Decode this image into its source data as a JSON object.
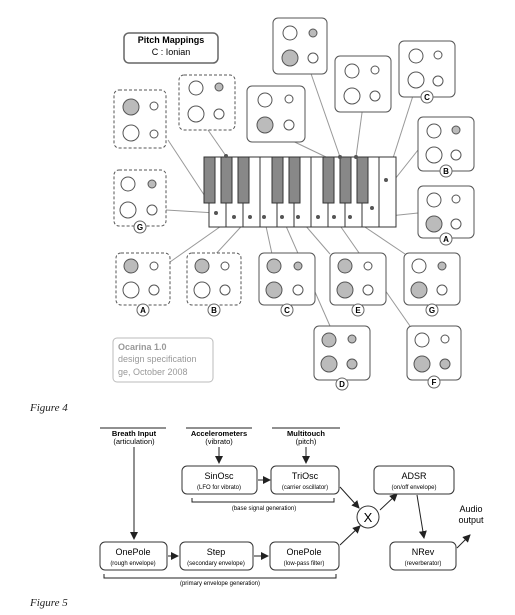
{
  "figure4": {
    "caption": "Figure 4",
    "title_box": {
      "title": "Pitch Mappings",
      "subtitle": "C : Ionian"
    },
    "credit": {
      "line1": "Ocarina 1.0",
      "line2": "design specification",
      "line3": "ge, October 2008"
    },
    "note_labels": {
      "g_left": "G",
      "a_left": "A",
      "b_left": "B",
      "c_bottom": "C",
      "d_bottom": "D",
      "e_bottom": "E",
      "f_bottom": "F",
      "g_right": "G",
      "c_top": "C",
      "b_right": "B",
      "a_right": "A"
    }
  },
  "figure5": {
    "caption": "Figure 5",
    "inputs": {
      "breath": {
        "title": "Breath Input",
        "sub": "(articulation)"
      },
      "accel": {
        "title": "Accelerometers",
        "sub": "(vibrato)"
      },
      "touch": {
        "title": "Multitouch",
        "sub": "(pitch)"
      }
    },
    "nodes": {
      "sinosc": {
        "title": "SinOsc",
        "sub": "(LFO for vibrato)"
      },
      "triosc": {
        "title": "TriOsc",
        "sub": "(carrier oscillator)"
      },
      "adsr": {
        "title": "ADSR",
        "sub": "(on/off envelope)"
      },
      "onepole1": {
        "title": "OnePole",
        "sub": "(rough envelope)"
      },
      "step": {
        "title": "Step",
        "sub": "(secondary envelope)"
      },
      "onepole2": {
        "title": "OnePole",
        "sub": "(low-pass filter)"
      },
      "nrev": {
        "title": "NRev",
        "sub": "(reverberator)"
      }
    },
    "multiply_symbol": "X",
    "brace_base": "(base signal generation)",
    "brace_primary": "(primary envelope generation)",
    "audio_output_line1": "Audio",
    "audio_output_line2": "output"
  }
}
